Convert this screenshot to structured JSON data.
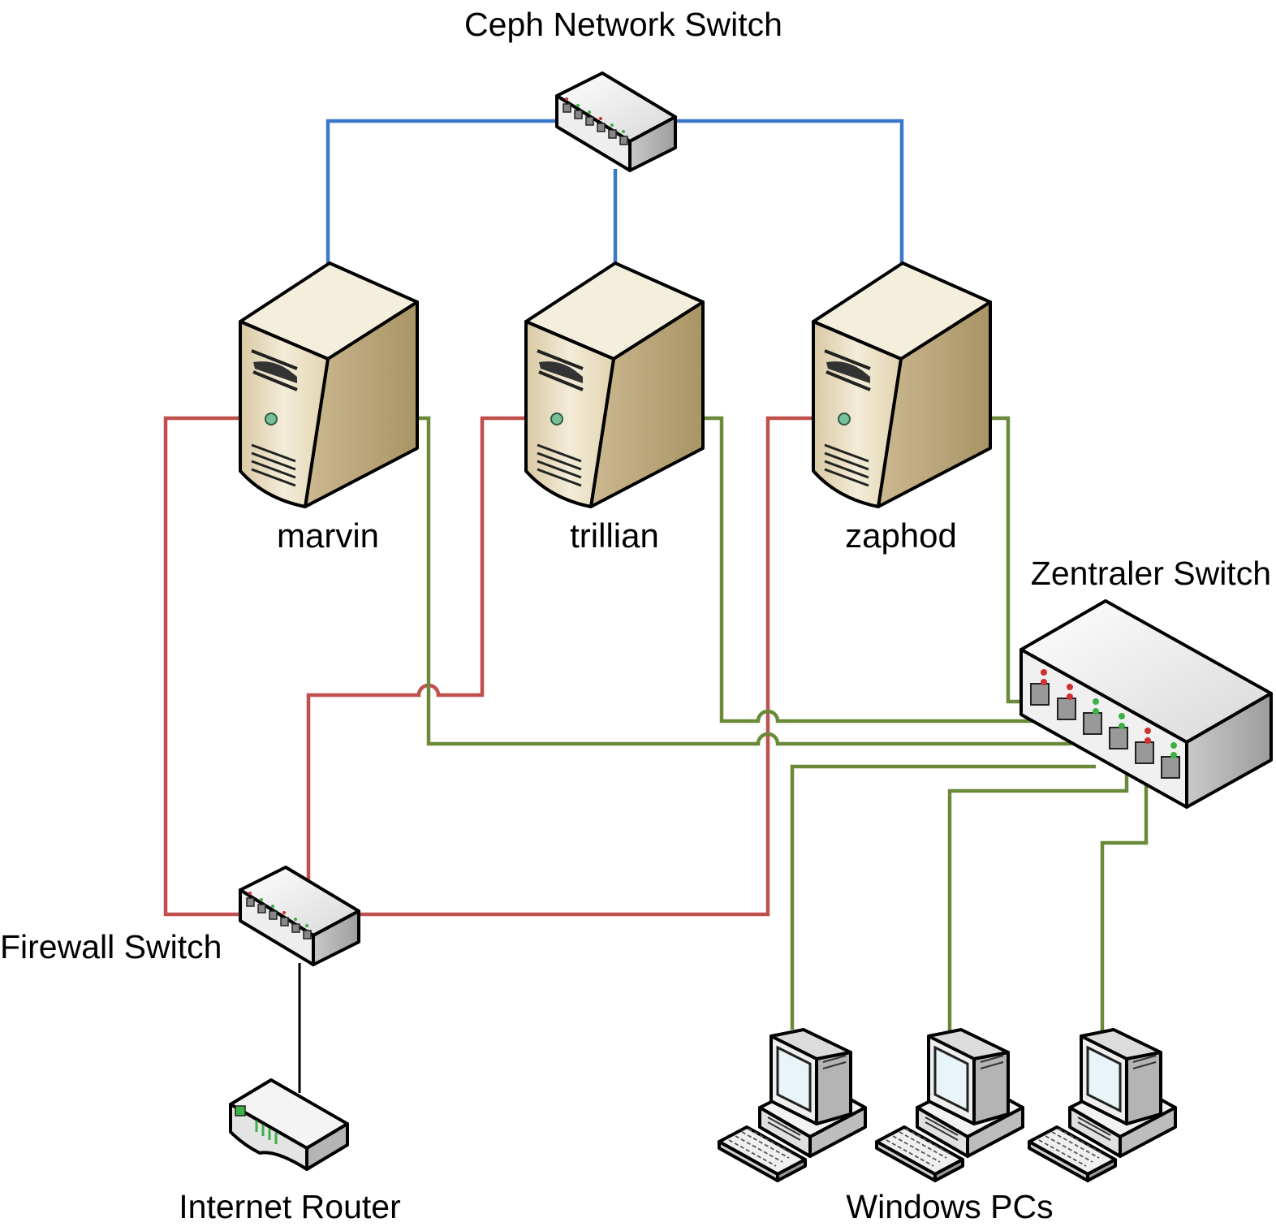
{
  "labels": {
    "ceph_switch": "Ceph Network Switch",
    "zentral_switch": "Zentraler Switch",
    "firewall_switch": "Firewall Switch",
    "internet_router": "Internet Router",
    "windows_pcs": "Windows PCs"
  },
  "servers": [
    {
      "name": "marvin"
    },
    {
      "name": "trillian"
    },
    {
      "name": "zaphod"
    }
  ],
  "link_colors": {
    "ceph": "#3a78c9",
    "firewall": "#c0504d",
    "lan": "#6a8a3a",
    "uplink": "#000000"
  },
  "device_colors": {
    "server_front": "#e8dcc0",
    "server_side": "#c7b48c",
    "server_top": "#f4eedd",
    "switch_body": "#e6e6e6",
    "led_red": "#d03030",
    "led_green": "#3cb043"
  }
}
